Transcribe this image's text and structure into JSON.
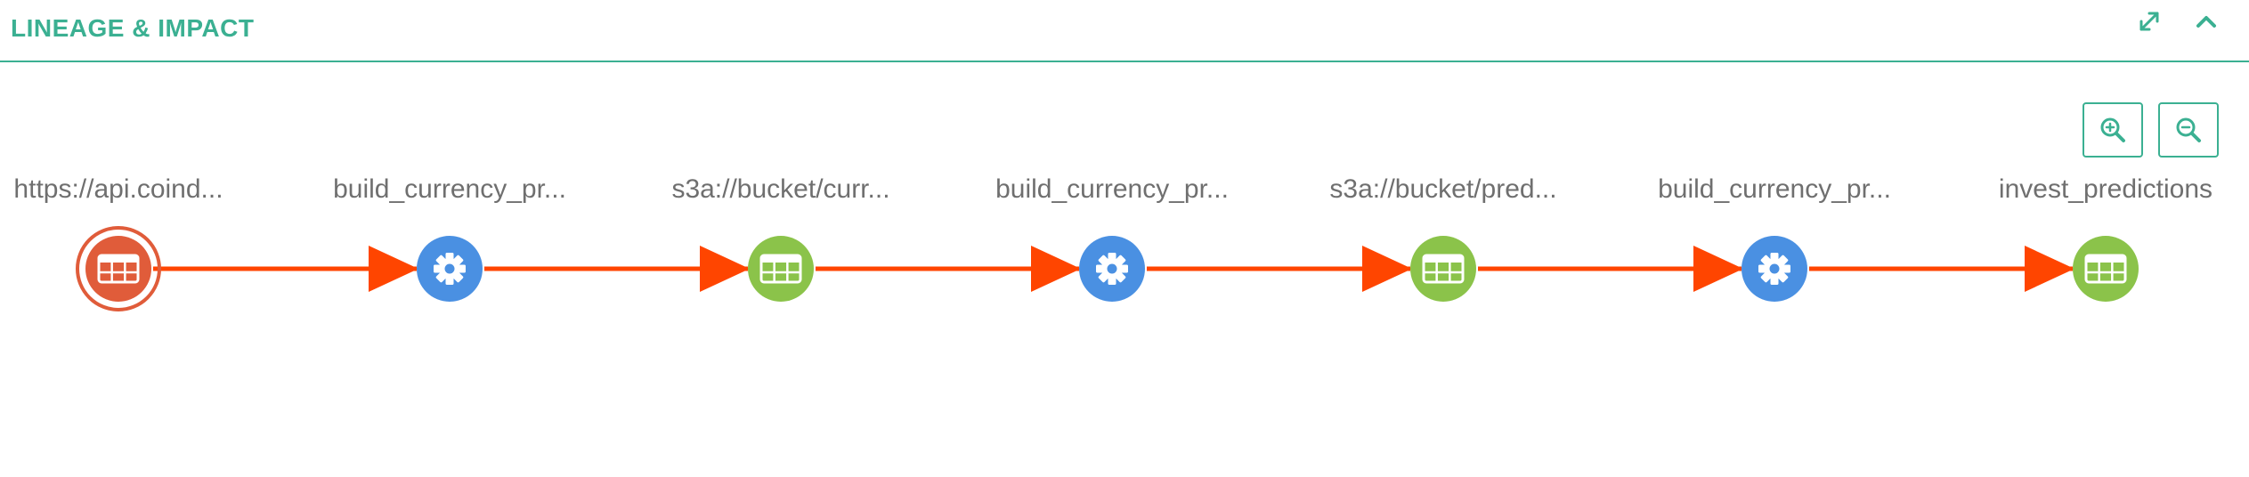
{
  "panel": {
    "title": "LINEAGE & IMPACT",
    "expand_icon": "expand-icon",
    "collapse_icon": "chevron-up-icon"
  },
  "toolbar": {
    "zoom_in_icon": "zoom-in-icon",
    "zoom_out_icon": "zoom-out-icon"
  },
  "colors": {
    "accent": "#3bb092",
    "edge": "#ff4500",
    "source_node": "#e05c3a",
    "job_node": "#4a90e2",
    "dataset_node": "#8bc34a",
    "label": "#6f6f6f"
  },
  "nodes": [
    {
      "label": "https://api.coind...",
      "kind": "source",
      "icon": "table-icon",
      "selected": true
    },
    {
      "label": "build_currency_pr...",
      "kind": "job",
      "icon": "gear-icon",
      "selected": false
    },
    {
      "label": "s3a://bucket/curr...",
      "kind": "dataset",
      "icon": "table-icon",
      "selected": false
    },
    {
      "label": "build_currency_pr...",
      "kind": "job",
      "icon": "gear-icon",
      "selected": false
    },
    {
      "label": "s3a://bucket/pred...",
      "kind": "dataset",
      "icon": "table-icon",
      "selected": false
    },
    {
      "label": "build_currency_pr...",
      "kind": "job",
      "icon": "gear-icon",
      "selected": false
    },
    {
      "label": "invest_predictions",
      "kind": "dataset",
      "icon": "table-icon",
      "selected": false
    }
  ]
}
